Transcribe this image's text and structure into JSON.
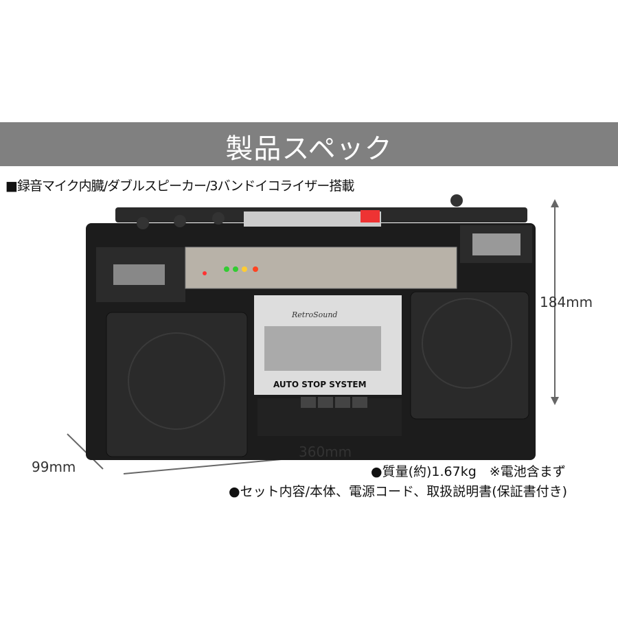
{
  "banner": {
    "title": "製品スペック",
    "color": "#808080"
  },
  "feature_line": "■録音マイク内臓/ダブルスピーカー/3バンドイコライザー搭載",
  "dimensions": {
    "height": "184mm",
    "width": "360mm",
    "depth": "99mm"
  },
  "specs": {
    "weight": "●質量(約)1.67kg　※電池含まず",
    "contents": "●セット内容/本体、電源コード、取扱説明書(保証書付き)"
  },
  "product": {
    "brand_logo": "RetroSound",
    "deck_label": "AUTO STOP SYSTEM",
    "body_color": "#1c1c1c"
  }
}
